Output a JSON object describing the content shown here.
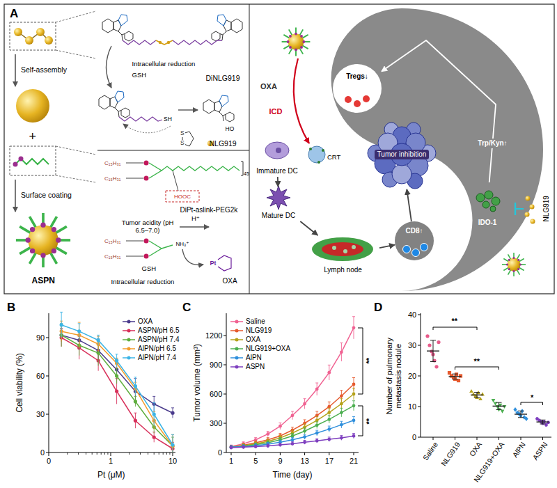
{
  "diagram": {
    "nodes": [
      {
        "text": [
          "Tregs↓"
        ]
      },
      {
        "text": [
          "Immature DC"
        ]
      },
      {
        "text": [
          "Mature DC"
        ]
      },
      {
        "text": [
          "Lymph node"
        ]
      },
      {
        "text": [
          "CD8↑"
        ]
      },
      {
        "text": [
          "Tumor inhibition"
        ]
      },
      {
        "text": [
          "IDO-1"
        ]
      }
    ],
    "edges": [
      {
        "from": 1,
        "to": 2,
        "arrow": "to"
      },
      {
        "from": 2,
        "to": 3,
        "arrow": "to"
      },
      {
        "from": 3,
        "to": 4,
        "arrow": "to"
      },
      {
        "from": 4,
        "to": 5,
        "arrow": "to"
      },
      {
        "from": 6,
        "to": 0,
        "arrow": "to",
        "label": "Trp/Kyn↑"
      }
    ],
    "labels": [
      "A",
      "Self-assembly",
      "Surface coating",
      "ASPN",
      "+",
      "Intracellular reduction",
      "GSH",
      "DiNLG919",
      "SH",
      "HO",
      "S",
      "S",
      "NLG919",
      "C₁₅H₃₁",
      "C₁₅H₃₁",
      "HOOC",
      "45",
      "DiPt-aslink-PEG2k",
      "Tumor acidity (pH 6.5–7.0)",
      "H⁺",
      "C₁₅H₃₁",
      "C₁₅H₃₁",
      "NH₃⁺",
      "GSH",
      "Intracellular reduction",
      "Pt",
      "OXA",
      "OXA",
      "ICD",
      "CRT",
      "NLG919",
      "B",
      "Cell viability (%)",
      "0",
      "30",
      "60",
      "90",
      "0",
      "1",
      "10",
      "Pt (μM)",
      "C",
      "Tumor volume (mm³)",
      "0",
      "300",
      "600",
      "900",
      "1200",
      "1",
      "5",
      "9",
      "13",
      "17",
      "21",
      "Time (day)",
      "**",
      "**",
      "D",
      "Number of pulmonary metastasis nodule",
      "0",
      "10",
      "20",
      "30",
      "40",
      "Saline",
      "NLG919",
      "OXA",
      "NLG919+OXA",
      "AlPN",
      "ASPN",
      "**",
      "**",
      "*"
    ],
    "legend": [
      {
        "text": "OXA"
      },
      {
        "text": "ASPN/pH 6.5"
      },
      {
        "text": "ASPN/pH 7.4"
      },
      {
        "text": "AlPN/pH 6.5"
      },
      {
        "text": "AlPN/pH 7.4"
      },
      {
        "text": "Saline"
      },
      {
        "text": "NLG919"
      },
      {
        "text": "OXA"
      },
      {
        "text": "NLG919+OXA"
      },
      {
        "text": "AlPN"
      },
      {
        "text": "ASPN"
      }
    ]
  }
}
